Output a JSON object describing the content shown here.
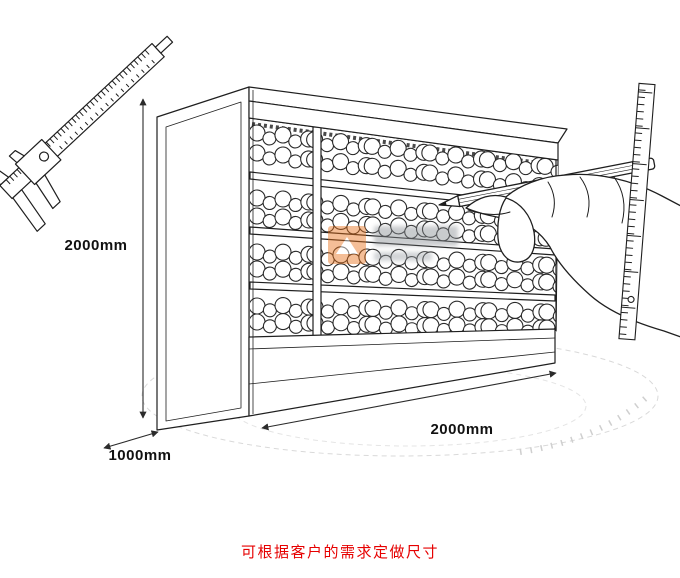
{
  "meta": {
    "description": "Line-art product illustration of a supermarket open multideck display chiller with dimension callouts"
  },
  "colors": {
    "line": "#1f1f1f",
    "dimension_text": "#111111",
    "caption_red": "#e60000",
    "watermark_orange": "#e8711a",
    "floor_guide_gray": "#d9d9d9"
  },
  "dimension_labels": {
    "height": "2000mm",
    "depth": "1000mm",
    "width": "2000mm"
  },
  "caption": {
    "text": "可根据客户的需求定做尺寸"
  },
  "icons": [
    "vernier-caliper-icon",
    "ruler-icon",
    "pencil-icon",
    "hand-icon"
  ]
}
